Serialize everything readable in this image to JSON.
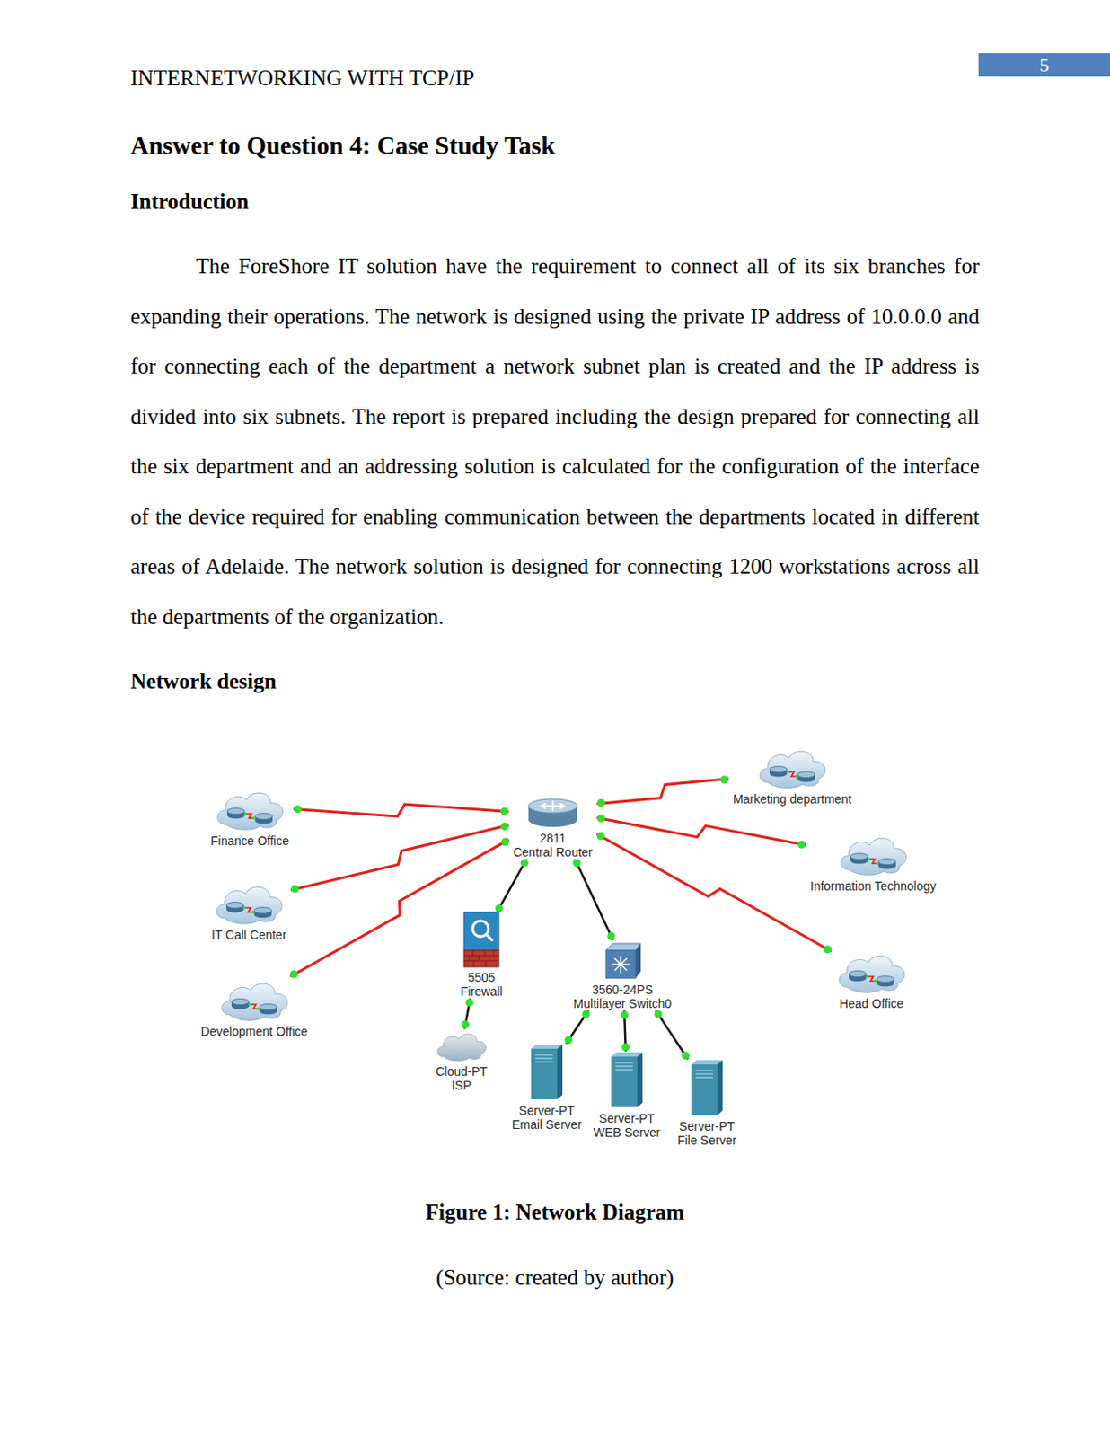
{
  "diagram": {
    "caption": "Figure 1: Network Diagram",
    "nodes": [
      {
        "text": [
          "Finance Office"
        ]
      },
      {
        "text": [
          "IT Call Center"
        ]
      },
      {
        "text": [
          "Development Office"
        ]
      },
      {
        "text": [
          "2811",
          "Central Router"
        ]
      },
      {
        "text": [
          "5505",
          "Firewall"
        ]
      },
      {
        "text": [
          "Cloud-PT",
          "ISP"
        ]
      },
      {
        "text": [
          "3560-24PS",
          "Multilayer Switch0"
        ]
      },
      {
        "text": [
          "Server-PT",
          "Email Server"
        ]
      },
      {
        "text": [
          "Server-PT",
          "WEB Server"
        ]
      },
      {
        "text": [
          "Server-PT",
          "File Server"
        ]
      },
      {
        "text": [
          "Marketing department"
        ]
      },
      {
        "text": [
          "Information Technology"
        ]
      },
      {
        "text": [
          "Head Office"
        ]
      }
    ],
    "edges": [
      {
        "from": 3,
        "to": 0,
        "arrow": "none"
      },
      {
        "from": 3,
        "to": 1,
        "arrow": "none"
      },
      {
        "from": 3,
        "to": 2,
        "arrow": "none"
      },
      {
        "from": 3,
        "to": 10,
        "arrow": "none"
      },
      {
        "from": 3,
        "to": 11,
        "arrow": "none"
      },
      {
        "from": 3,
        "to": 12,
        "arrow": "none"
      },
      {
        "from": 3,
        "to": 4,
        "arrow": "none"
      },
      {
        "from": 4,
        "to": 5,
        "arrow": "none"
      },
      {
        "from": 3,
        "to": 6,
        "arrow": "none"
      },
      {
        "from": 6,
        "to": 7,
        "arrow": "none"
      },
      {
        "from": 6,
        "to": 8,
        "arrow": "none"
      },
      {
        "from": 6,
        "to": 9,
        "arrow": "none"
      }
    ],
    "labels": [
      "INTERNETWORKING WITH TCP/IP",
      "5",
      "Answer to Question 4: Case Study Task",
      "Introduction",
      "The ForeShore IT solution have the requirement to connect all of its six branches for expanding their operations. The network is designed using the private IP address of 10.0.0.0 and for connecting each of the department a network subnet plan is created and the IP address is divided into six subnets. The report is prepared including the design prepared for connecting all the six department and an addressing solution is calculated for the configuration of the interface of the device required for enabling communication between the departments located in different areas of Adelaide. The network solution is designed for connecting 1200 workstations across all the departments of the organization.",
      "Network design",
      "(Source: created by author)"
    ]
  }
}
